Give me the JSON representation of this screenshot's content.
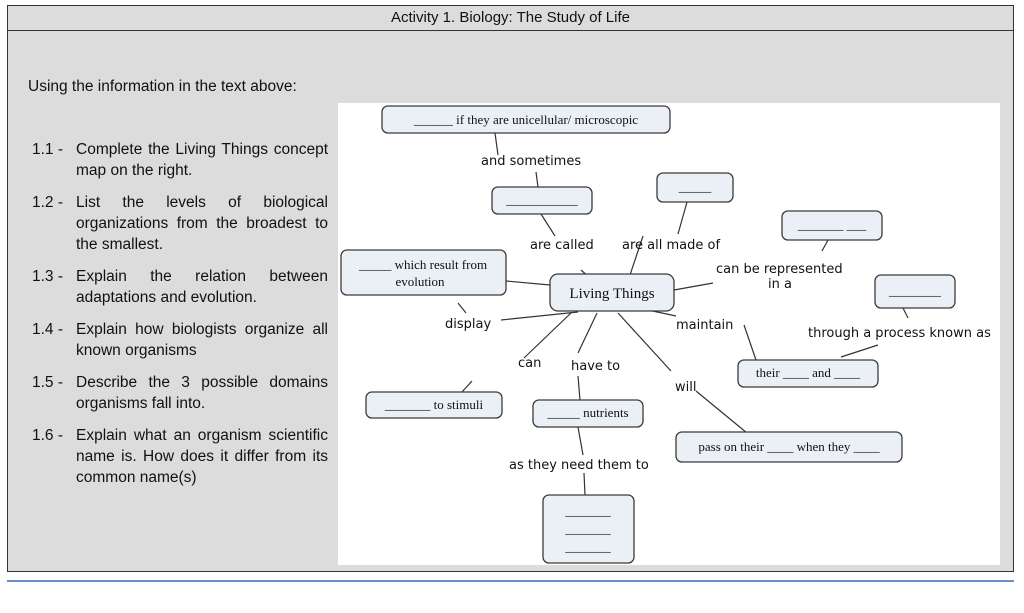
{
  "title": "Activity 1.  Biology: The Study of Life",
  "intro": "Using the information in the text above:",
  "tasks": [
    {
      "num": "1.1 -",
      "text": "Complete the Living Things concept map on the right."
    },
    {
      "num": "1.2 -",
      "text": "List the levels of biological organizations from the broadest to the smallest."
    },
    {
      "num": "1.3 -",
      "text": "Explain the relation between adaptations and evolution."
    },
    {
      "num": "1.4 -",
      "text": "Explain how biologists organize all known organisms"
    },
    {
      "num": "1.5 -",
      "text": "Describe the 3 possible domains organisms fall into."
    },
    {
      "num": "1.6 -",
      "text": "Explain what an organism scientific name is. How does it differ from its common name(s)"
    }
  ],
  "concept_map": {
    "center": "Living Things",
    "nodes": {
      "unicellular": "______ if they are unicellular/ microscopic",
      "called": "___________",
      "made_of": "_____",
      "represented": "_______  ___",
      "adaptation_line1": "_____ which result from",
      "adaptation_line2": "evolution",
      "process": "________",
      "their_and": "their ____ and ____",
      "stimuli": "_______ to stimuli",
      "nutrients": "_____ nutrients",
      "pass_on": "pass on their ____ when they ____",
      "needs_1": "_______",
      "needs_2": "_______",
      "needs_3": "_______"
    },
    "links": {
      "and_sometimes": "and sometimes",
      "are_called": "are called",
      "are_all_made_of": "are all made of",
      "can_be_represented_1": "can be represented",
      "can_be_represented_2": "in a",
      "display": "display",
      "maintain": "maintain",
      "through_a_process": "through a process known as",
      "can": "can",
      "have_to": "have to",
      "will": "will",
      "as_they_need": "as they need them to"
    }
  }
}
